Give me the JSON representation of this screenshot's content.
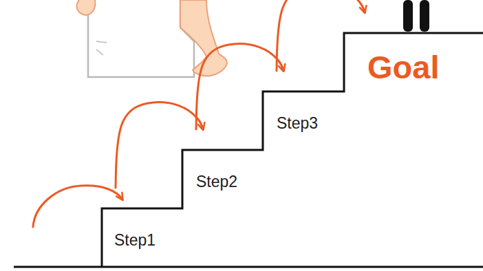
{
  "diagram": {
    "nodes": [
      {
        "text": [
          "Step1"
        ]
      },
      {
        "text": [
          "Step2"
        ]
      },
      {
        "text": [
          "Step3"
        ]
      },
      {
        "text": [
          "Goal"
        ]
      }
    ],
    "edges": [
      {
        "from": 0,
        "to": 1,
        "arrow": "to"
      },
      {
        "from": 1,
        "to": 2,
        "arrow": "to"
      },
      {
        "from": 2,
        "to": 3,
        "arrow": "to"
      }
    ]
  }
}
